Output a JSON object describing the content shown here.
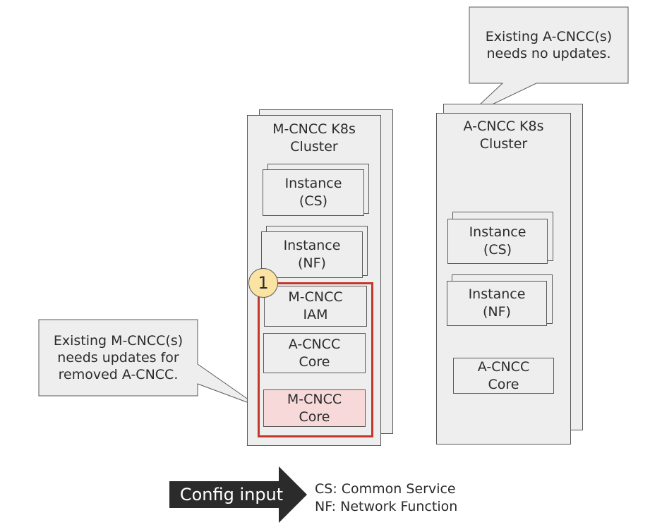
{
  "mcncc_cluster": {
    "title": "M-CNCC K8s\nCluster",
    "instance_cs": "Instance\n(CS)",
    "instance_nf": "Instance\n(NF)",
    "iam": "M-CNCC\nIAM",
    "acncc_core": "A-CNCC\nCore",
    "mcncc_core": "M-CNCC\nCore",
    "step_number": "1"
  },
  "acncc_cluster": {
    "title": "A-CNCC K8s\nCluster",
    "instance_cs": "Instance\n(CS)",
    "instance_nf": "Instance\n(NF)",
    "core": "A-CNCC\nCore"
  },
  "callouts": {
    "acncc_note": "Existing A-CNCC(s)\nneeds no updates.",
    "mcncc_note": "Existing M-CNCC(s)\nneeds updates for\nremoved A-CNCC."
  },
  "config_input": {
    "label": "Config input",
    "legend": [
      "CS: Common Service",
      "NF: Network Function"
    ]
  },
  "colors": {
    "box_fill": "#eeeeee",
    "border": "#5a5a5a",
    "highlight_red": "#c0392b",
    "highlight_fill": "#f7d9d9",
    "badge_fill": "#fbe3a3",
    "arrow_fill": "#2b2b2b"
  }
}
